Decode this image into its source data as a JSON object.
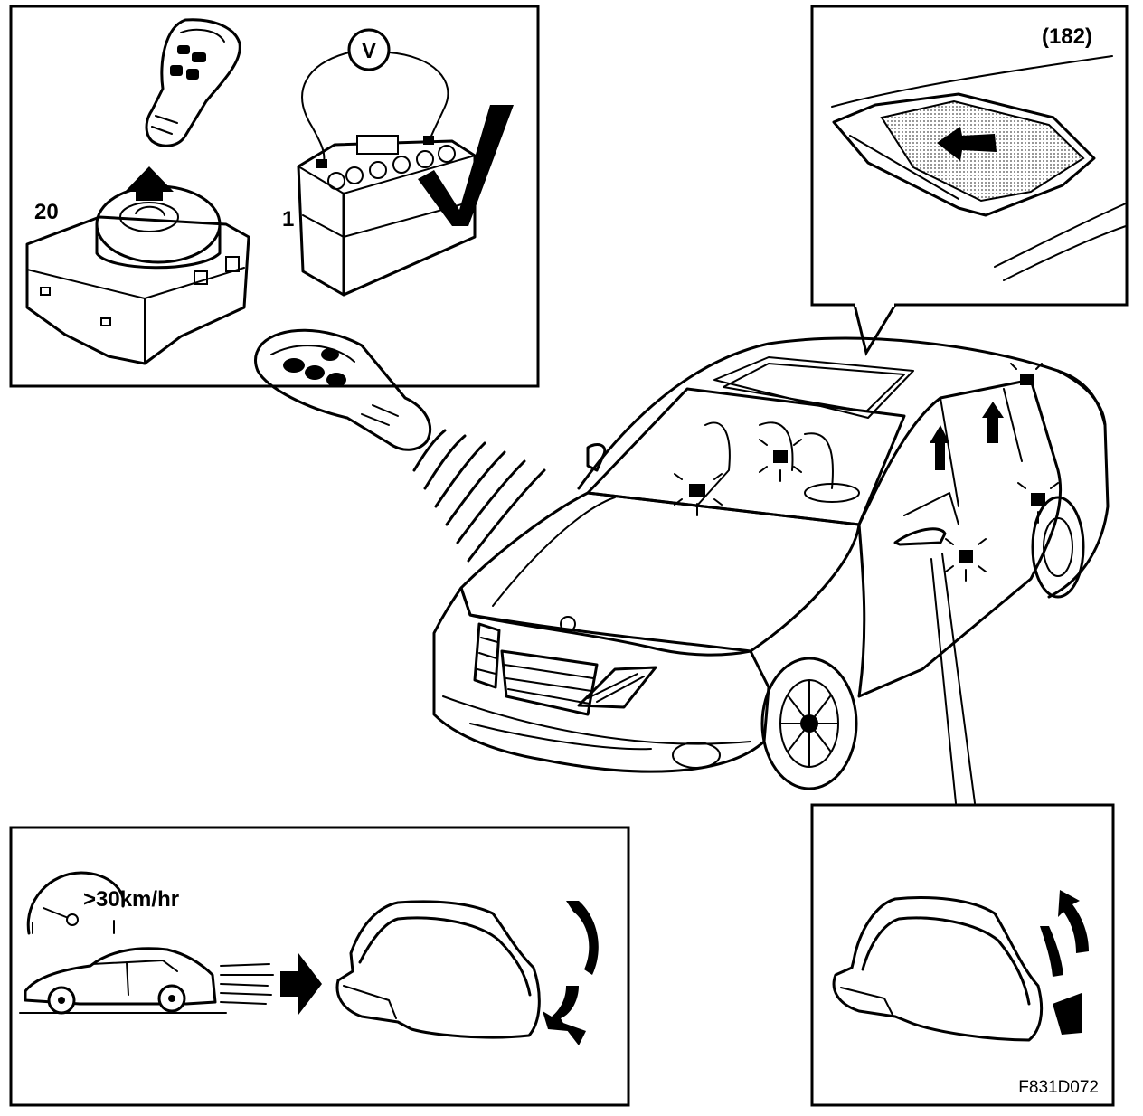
{
  "labels": {
    "module_number": "20",
    "battery_number": "1",
    "voltmeter_symbol": "V",
    "sunroof_reference": "(182)",
    "speed_condition": ">30km/hr",
    "figure_code": "F831D072"
  }
}
